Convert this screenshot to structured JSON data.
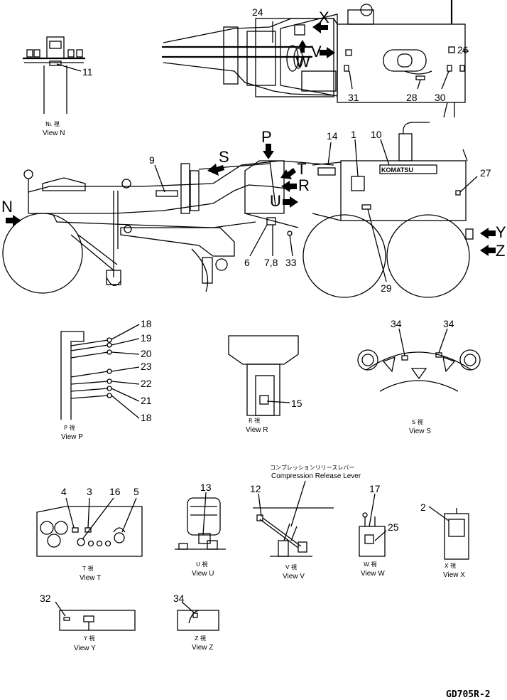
{
  "drawing_code": "GD705R-2",
  "view_arrows": {
    "N": "N",
    "P": "P",
    "S": "S",
    "T": "T",
    "R": "R",
    "U": "U",
    "X": "X",
    "V": "V",
    "W": "W",
    "Y": "Y",
    "Z": "Z"
  },
  "brand_plate": "KOMATSU",
  "callouts": {
    "c1": "1",
    "c2": "2",
    "c3": "3",
    "c4": "4",
    "c5": "5",
    "c6": "6",
    "c7_8": "7,8",
    "c9": "9",
    "c10": "10",
    "c11": "11",
    "c12": "12",
    "c13": "13",
    "c14": "14",
    "c15": "15",
    "c16": "16",
    "c17": "17",
    "c18a": "18",
    "c18b": "18",
    "c19": "19",
    "c20": "20",
    "c21": "21",
    "c22": "22",
    "c23": "23",
    "c24": "24",
    "c25": "25",
    "c26": "26",
    "c27": "27",
    "c28": "28",
    "c29": "29",
    "c30": "30",
    "c31": "31",
    "c32": "32",
    "c33": "33",
    "c34a": "34",
    "c34b": "34",
    "c34c": "34"
  },
  "views": {
    "N": {
      "jp": "N₁ 視",
      "en": "View N"
    },
    "P": {
      "jp": "P 視",
      "en": "View P"
    },
    "R": {
      "jp": "R 視",
      "en": "View R"
    },
    "S": {
      "jp": "S 視",
      "en": "View S"
    },
    "T": {
      "jp": "T 視",
      "en": "View T"
    },
    "U": {
      "jp": "U 視",
      "en": "View U"
    },
    "V": {
      "jp": "V 視",
      "en": "View V"
    },
    "W": {
      "jp": "W 視",
      "en": "View W"
    },
    "X": {
      "jp": "X 視",
      "en": "View X"
    },
    "Y": {
      "jp": "Y 視",
      "en": "View Y"
    },
    "Z": {
      "jp": "Z 視",
      "en": "View Z"
    }
  },
  "compression_label_jp": "コンプレッションリリースレバー",
  "compression_label_en": "Compression Release Lever"
}
